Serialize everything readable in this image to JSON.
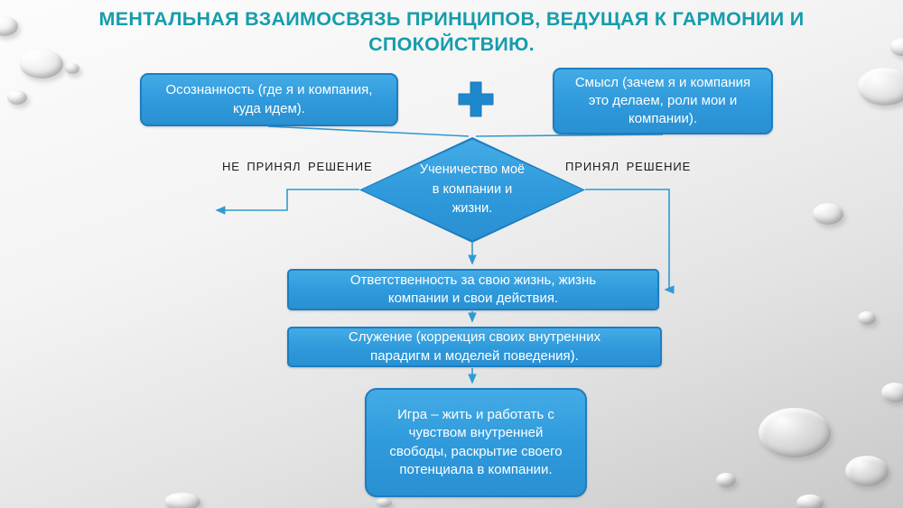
{
  "slide": {
    "title": "МЕНТАЛЬНАЯ ВЗАИМОСВЯЗЬ ПРИНЦИПОВ, ВЕДУЩАЯ К ГАРМОНИИ И СПОКОЙСТВИЮ."
  },
  "diagram": {
    "type": "flowchart",
    "awareness": "Осознанность (где я и компания, куда идем).",
    "plus_icon": "plus",
    "meaning": "Смысл (зачем я и компания это делаем, роли мои и компании).",
    "decision": "Ученичество моё в компании и жизни.",
    "branch_no": "НЕ ПРИНЯЛ РЕШЕНИЕ",
    "branch_yes": "ПРИНЯЛ РЕШЕНИЕ",
    "responsibility": "Ответственность за свою жизнь, жизнь компании и свои действия.",
    "service": "Служение (коррекция своих внутренних парадигм и моделей поведения).",
    "game": "Игра – жить и работать с чувством внутренней свободы, раскрытие своего потенциала в компании."
  },
  "colors": {
    "title_text": "#159dac",
    "node_fill": "#2e99db",
    "node_border": "#1d7dc0",
    "connector": "#2f9ad2",
    "branch_label_text": "#1c1c1c",
    "node_text": "#ffffff"
  }
}
